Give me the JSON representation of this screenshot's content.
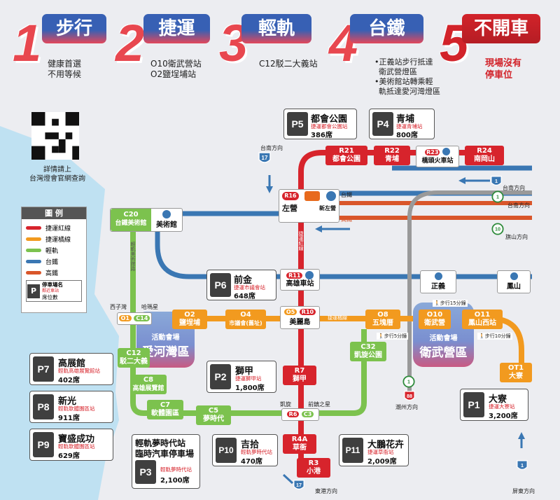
{
  "header": {
    "items": [
      {
        "num": "1",
        "title": "步行",
        "sub": [
          "健康首選",
          "不用等候"
        ]
      },
      {
        "num": "2",
        "title": "捷運",
        "sub": [
          "O10衛武營站",
          "O2鹽埕埔站"
        ]
      },
      {
        "num": "3",
        "title": "輕軌",
        "sub": [
          "C12駁二大義站"
        ]
      },
      {
        "num": "4",
        "title": "台鐵",
        "sub": [
          "•正義站步行抵達",
          "衛武營燈區",
          "•美術館站轉乘輕",
          "軌抵達愛河灣燈區"
        ]
      },
      {
        "num": "5",
        "title": "不開車",
        "sub": [
          "現場沒有",
          "停車位"
        ]
      }
    ]
  },
  "qr": {
    "caption": [
      "詳情請上",
      "台灣燈會官網查詢"
    ]
  },
  "legend": {
    "title": "圖 例",
    "items": [
      {
        "label": "捷運紅線",
        "color": "#d7242c"
      },
      {
        "label": "捷運橘線",
        "color": "#f29a1f"
      },
      {
        "label": "輕軌",
        "color": "#7cc24e"
      },
      {
        "label": "台鐵",
        "color": "#3a77b3"
      },
      {
        "label": "高鐵",
        "color": "#d9562a"
      }
    ],
    "sample": {
      "name": "停車場名",
      "sub": "鄰近車站",
      "count": "席位數"
    }
  },
  "directions": {
    "tainan_top": "台南方向",
    "tainan_right1": "台南方向",
    "tainan_right2": "台南方向",
    "qishan": "旗山方向",
    "chaozhou": "潮州方向",
    "pingtung": "屏東方向",
    "donggang": "東港方向",
    "tra": "台鐵",
    "hsr": "高鐵"
  },
  "highways": {
    "h17a": "17",
    "h17b": "17",
    "h1a": "1",
    "h1b": "1",
    "h1c": "1",
    "h1d": "1",
    "h10": "10",
    "h88": "88"
  },
  "stations": {
    "r21": {
      "code": "R21",
      "name": "都會公園"
    },
    "r22": {
      "code": "R22",
      "name": "青埔"
    },
    "r23": {
      "code": "R23",
      "name": "橋頭火車站"
    },
    "r24": {
      "code": "R24",
      "name": "南岡山"
    },
    "r16": {
      "code": "R16",
      "name": "左營",
      "hsr": "新左營"
    },
    "r11": {
      "code": "R11",
      "name": "高雄車站"
    },
    "o5": {
      "code": "O5",
      "code2": "R10",
      "name": "美麗島"
    },
    "r7": {
      "code": "R7",
      "name": "獅甲"
    },
    "r6": {
      "code": "R6",
      "code2": "C3",
      "left": "凱旋",
      "right": "前鎮之星"
    },
    "r4a": {
      "code": "R4A",
      "name": "草衙"
    },
    "r3": {
      "code": "R3",
      "name": "小港"
    },
    "o1": {
      "code": "O1",
      "code2": "C14",
      "left": "西子灣",
      "right": "哈瑪星"
    },
    "o2": {
      "code": "O2",
      "name": "鹽埕埔"
    },
    "o4": {
      "code": "O4",
      "name": "市議會(舊址)"
    },
    "o8": {
      "code": "O8",
      "name": "五塊厝"
    },
    "o10": {
      "code": "O10",
      "name": "衛武營"
    },
    "o11": {
      "code": "O11",
      "name": "鳳山西站"
    },
    "ot1": {
      "code": "OT1",
      "name": "大寮"
    },
    "c20": {
      "code": "C20",
      "name": "台鐵美術館",
      "tra": "美術館"
    },
    "c12": {
      "code": "C12",
      "name": "駁二大義"
    },
    "c8": {
      "code": "C8",
      "name": "高雄展覽館"
    },
    "c7": {
      "code": "C7",
      "name": "軟體園區"
    },
    "c5": {
      "code": "C5",
      "name": "夢時代"
    },
    "c32": {
      "code": "C32",
      "name": "凱旋公園"
    },
    "zhengyi": {
      "name": "正義"
    },
    "fengshan": {
      "name": "鳳山"
    },
    "meishuguan_note": "輕軌美術館路",
    "red_line_note": "捷運紅線",
    "orange_line_note": "捷運橘線"
  },
  "walk": {
    "o10": "步行15分鐘",
    "o8": "步行5分鐘",
    "o11": "步行10分鐘"
  },
  "zones": {
    "aihe": {
      "top": "活動會場",
      "name": "愛河灣區"
    },
    "weiwu": {
      "top": "活動會場",
      "name": "衛武營區"
    }
  },
  "parking": [
    {
      "id": "P5",
      "name": "都會公園",
      "sub": "捷運都會公園站",
      "count": "386席"
    },
    {
      "id": "P4",
      "name": "青埔",
      "sub": "捷運青埔站",
      "count": "800席"
    },
    {
      "id": "P6",
      "name": "前金",
      "sub": "捷運市議會站",
      "count": "648席"
    },
    {
      "id": "P7",
      "name": "高展館",
      "sub": "輕軌高雄展覽館站",
      "count": "402席"
    },
    {
      "id": "P8",
      "name": "新光",
      "sub": "輕軌軟體園區站",
      "count": "911席"
    },
    {
      "id": "P9",
      "name": "寶盛成功",
      "sub": "輕軌軟體園區站",
      "count": "629席"
    },
    {
      "id": "P2",
      "name": "獅甲",
      "sub": "捷運獅甲站",
      "count": "1,800席"
    },
    {
      "id": "P3",
      "name": "輕軌夢時代站",
      "name2": "臨時汽車停車場",
      "sub": "輕軌夢時代站",
      "count": "2,100席"
    },
    {
      "id": "P10",
      "name": "吉拾",
      "sub": "輕軌夢時代站",
      "count": "470席"
    },
    {
      "id": "P11",
      "name": "大鵬花卉",
      "sub": "捷運草衙站",
      "count": "2,009席"
    },
    {
      "id": "P1",
      "name": "大寮",
      "sub": "捷運大寮站",
      "count": "3,200席"
    }
  ]
}
